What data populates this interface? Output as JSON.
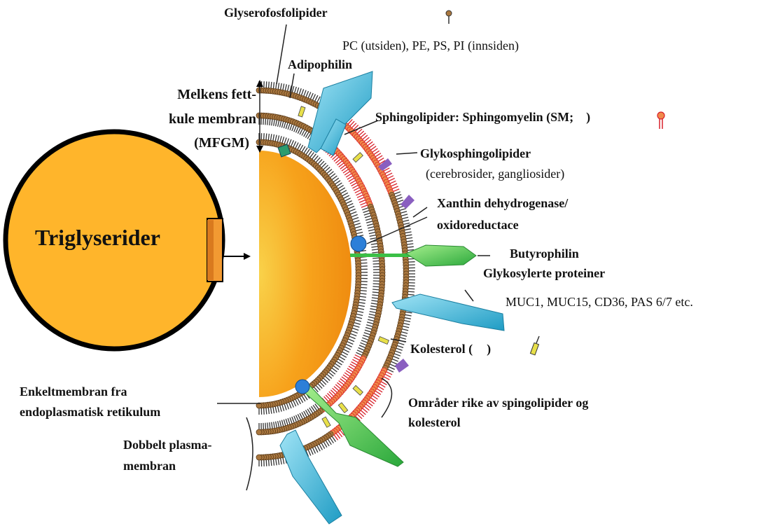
{
  "labels": {
    "glycerophospholipids": "Glyserofosfolipider",
    "glycerophospholipids_detail": "PC (utsiden), PE, PS, PI (innsiden)",
    "adipophilin": "Adipophilin",
    "mfgm_line1": "Melkens fett-",
    "mfgm_line2": "kule membran",
    "mfgm_line3": "(MFGM)",
    "sphingolipids": "Sphingolipider: Sphingomyelin (SM;",
    "sphingolipids_close": ")",
    "glycosphingolipids": "Glykosphingolipider",
    "glycosphingolipids_detail": "(cerebrosider, gangliosider)",
    "xanthine_line1": "Xanthin dehydrogenase/",
    "xanthine_line2": "oxidoreductace",
    "triglycerides": "Triglyserider",
    "butyrophilin": "Butyrophilin",
    "glycoproteins": "Glykosylerte proteiner",
    "glycoproteins_detail": "MUC1, MUC15, CD36, PAS 6/7 etc.",
    "cholesterol": "Kolesterol (",
    "cholesterol_close": ")",
    "er_membrane_line1": "Enkeltmembran fra",
    "er_membrane_line2": "endoplasmatisk retikulum",
    "rafts_line1": "Områder rike av spingolipider og",
    "rafts_line2": "kolesterol",
    "plasma_line1": "Dobbelt plasma-",
    "plasma_line2": "membran"
  },
  "colors": {
    "core": "#f7a21b",
    "core_edge": "#e0820a",
    "globule": "#ffb52b",
    "globule_border": "#000000",
    "head": "#a9773f",
    "tail": "#333333",
    "sphingo_head": "#f08a4a",
    "sphingo_ring": "#d8202a",
    "protein_blue": "#38b4d8",
    "protein_green": "#3bbf46",
    "glyco_purple": "#8a5fc0",
    "xanthine_blue": "#2c7fd8",
    "cholesterol": "#e8e04a"
  }
}
